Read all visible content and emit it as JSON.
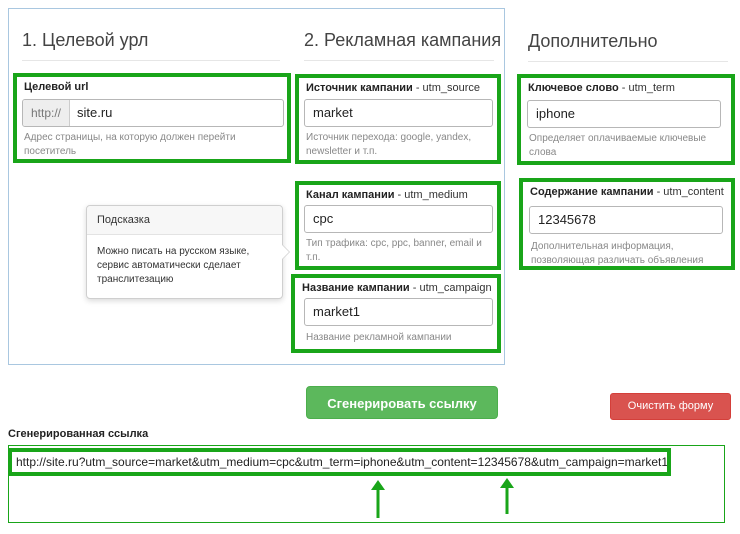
{
  "sections": {
    "target": {
      "title": "1. Целевой урл"
    },
    "campaign": {
      "title": "2. Рекламная кампания"
    },
    "extra": {
      "title": "Дополнительно"
    }
  },
  "fields": {
    "url": {
      "label": "Целевой url",
      "prefix": "http://",
      "value": "site.ru",
      "help": "Адрес страницы, на которую должен перейти посетитель"
    },
    "source": {
      "label": "Источник кампании",
      "param": " - utm_source",
      "value": "market",
      "help": "Источник перехода: google, yandex, newsletter и т.п."
    },
    "medium": {
      "label": "Канал кампании",
      "param": " - utm_medium",
      "value": "cpc",
      "help": "Тип трафика: cpc, ppc, banner, email и т.п."
    },
    "campaign": {
      "label": "Название кампании",
      "param": " - utm_campaign",
      "value": "market1",
      "help": "Название рекламной кампании"
    },
    "term": {
      "label": "Ключевое слово",
      "param": " - utm_term",
      "value": "iphone",
      "help": "Определяет оплачиваемые ключевые слова"
    },
    "content": {
      "label": "Содержание кампании",
      "param": " - utm_content",
      "value": "12345678",
      "help": "Дополнительная информация, позволяющая различать объявления"
    }
  },
  "tooltip": {
    "title": "Подсказка",
    "body": "Можно писать на русском языке, сервис автоматически сделает транслитезацию"
  },
  "buttons": {
    "generate": "Сгенерировать ссылку",
    "clear": "Очистить форму"
  },
  "result": {
    "label": "Сгенерированная ссылка",
    "value": "http://site.ru?utm_source=market&utm_medium=cpc&utm_term=iphone&utm_content=12345678&utm_campaign=market1"
  },
  "colors": {
    "highlight": "#19a519",
    "generate_button": "#5cb85c",
    "clear_button": "#d9534f",
    "panel_border": "#a9c7e0"
  }
}
